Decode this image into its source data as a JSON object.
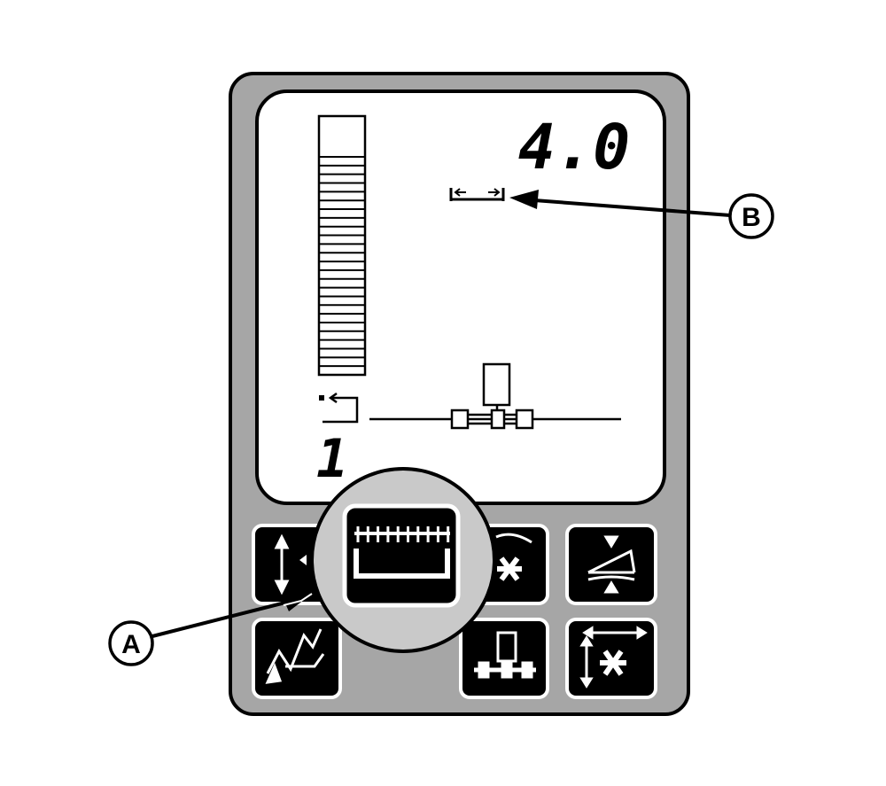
{
  "display": {
    "readout_value": "4.0",
    "row_number": "1",
    "level_bar": {
      "segments": 25
    }
  },
  "callouts": {
    "a": "A",
    "b": "B"
  },
  "colors": {
    "housing": "#a6a6a6",
    "screen": "#ffffff",
    "button": "#000000",
    "magnifier": "#c9c9c9",
    "ink": "#000000"
  },
  "buttons": [
    {
      "id": "height-button",
      "icon": "vertical-arrow-icon"
    },
    {
      "id": "header-width-button",
      "icon": "header-width-icon",
      "highlighted": true
    },
    {
      "id": "reel-speed-button",
      "icon": "reel-icon"
    },
    {
      "id": "feeder-button",
      "icon": "feeder-pressure-icon"
    },
    {
      "id": "tilt-button",
      "icon": "tilt-linkage-icon"
    },
    {
      "id": "sprayer-boom-button",
      "icon": "boom-nozzle-icon"
    },
    {
      "id": "reel-position-button",
      "icon": "reel-position-icon"
    }
  ]
}
